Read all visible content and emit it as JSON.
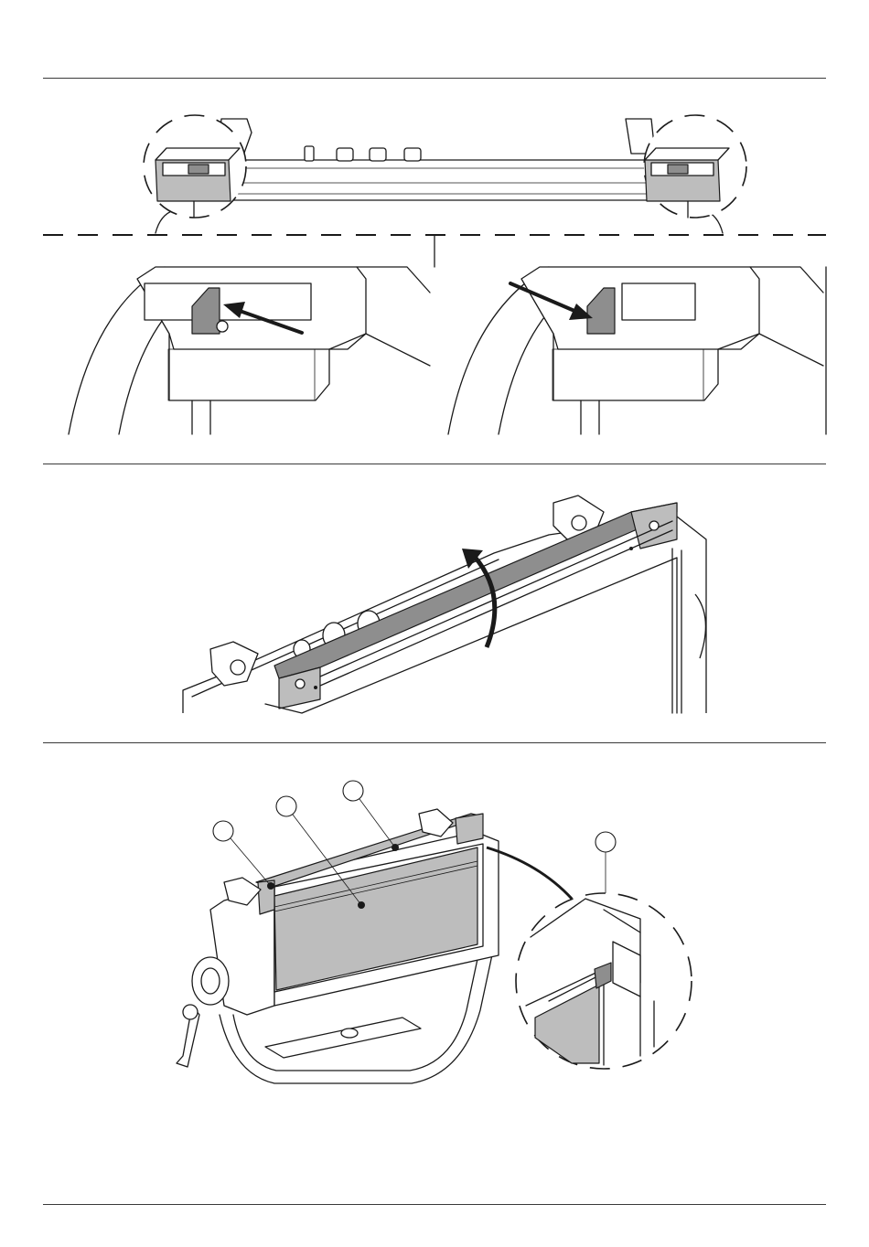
{
  "page": {
    "background": "#ffffff",
    "line_color": "#1a1a1a",
    "highlight_grey": "#8e8e8e",
    "panel_grey": "#bdbdbd"
  },
  "figures": [
    {
      "id": "fig-top-overview",
      "icon": "dashed-detail-circle-icon"
    },
    {
      "id": "fig-latch-left",
      "icon": "arrow-left-icon"
    },
    {
      "id": "fig-latch-right",
      "icon": "arrow-right-icon"
    },
    {
      "id": "fig-rail-rotate",
      "icon": "curved-arrow-up-icon"
    },
    {
      "id": "fig-filter-installed",
      "icon": "callout-circle-icon"
    }
  ]
}
